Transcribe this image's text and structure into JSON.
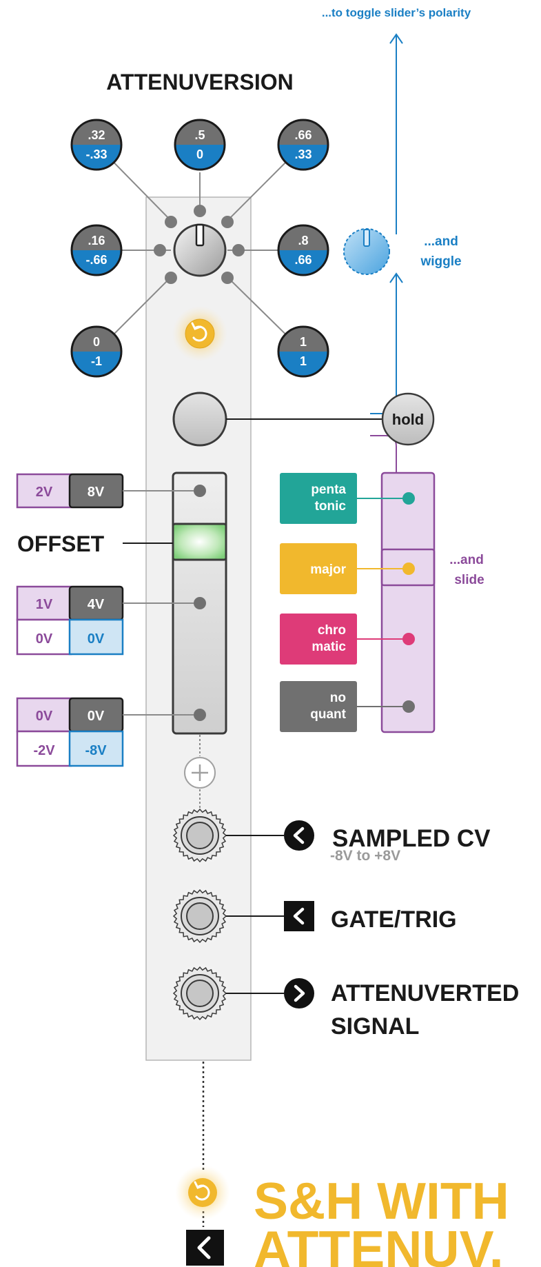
{
  "colors": {
    "blue": "#1a7fc4",
    "dark_gray": "#707070",
    "purple": "#8b4a9a",
    "purple_light": "#e8d7ee",
    "yellow": "#f1b82d",
    "teal": "#22a598",
    "magenta": "#de3b78",
    "panel": "#f1f1f1"
  },
  "icons": [
    "reset-arrow-icon",
    "chevron-left-icon",
    "chevron-right-icon",
    "plus-icon",
    "jack-icon"
  ],
  "top_annotation": "...to toggle slider’s polarity",
  "attenuversion": {
    "title": "ATTENUVERSION",
    "positions": [
      {
        "top": ".32",
        "bottom": "-.33"
      },
      {
        "top": ".5",
        "bottom": "0"
      },
      {
        "top": ".66",
        "bottom": ".33"
      },
      {
        "top": ".16",
        "bottom": "-.66"
      },
      {
        "top": ".8",
        "bottom": ".66"
      },
      {
        "top": "0",
        "bottom": "-1"
      },
      {
        "top": "1",
        "bottom": "1"
      }
    ]
  },
  "wiggle_label": [
    "...and",
    "wiggle"
  ],
  "hold_label": "hold",
  "slide_label": [
    "...and",
    "slide"
  ],
  "offset": {
    "title": "OFFSET",
    "rows": [
      {
        "purple": "2V",
        "gray": "8V"
      },
      {
        "purple": "1V",
        "gray": "4V",
        "purple_inv": "0V",
        "blue_inv": "0V"
      },
      {
        "purple": "0V",
        "gray": "0V",
        "purple_inv": "-2V",
        "blue_inv": "-8V"
      }
    ]
  },
  "quantize": [
    {
      "line1": "penta",
      "line2": "tonic",
      "color": "#22a598"
    },
    {
      "line1": "major",
      "line2": "",
      "color": "#f1b82d"
    },
    {
      "line1": "chro",
      "line2": "matic",
      "color": "#de3b78"
    },
    {
      "line1": "no",
      "line2": "quant",
      "color": "#707070"
    }
  ],
  "jacks": [
    {
      "label": "SAMPLED CV",
      "sub": "-8V to +8V"
    },
    {
      "label": "GATE/TRIG",
      "sub": ""
    },
    {
      "label": "ATTENUVERTED",
      "label2": "SIGNAL",
      "sub": ""
    }
  ],
  "footer": {
    "line1": "S&H WITH",
    "line2": "ATTENUV."
  }
}
